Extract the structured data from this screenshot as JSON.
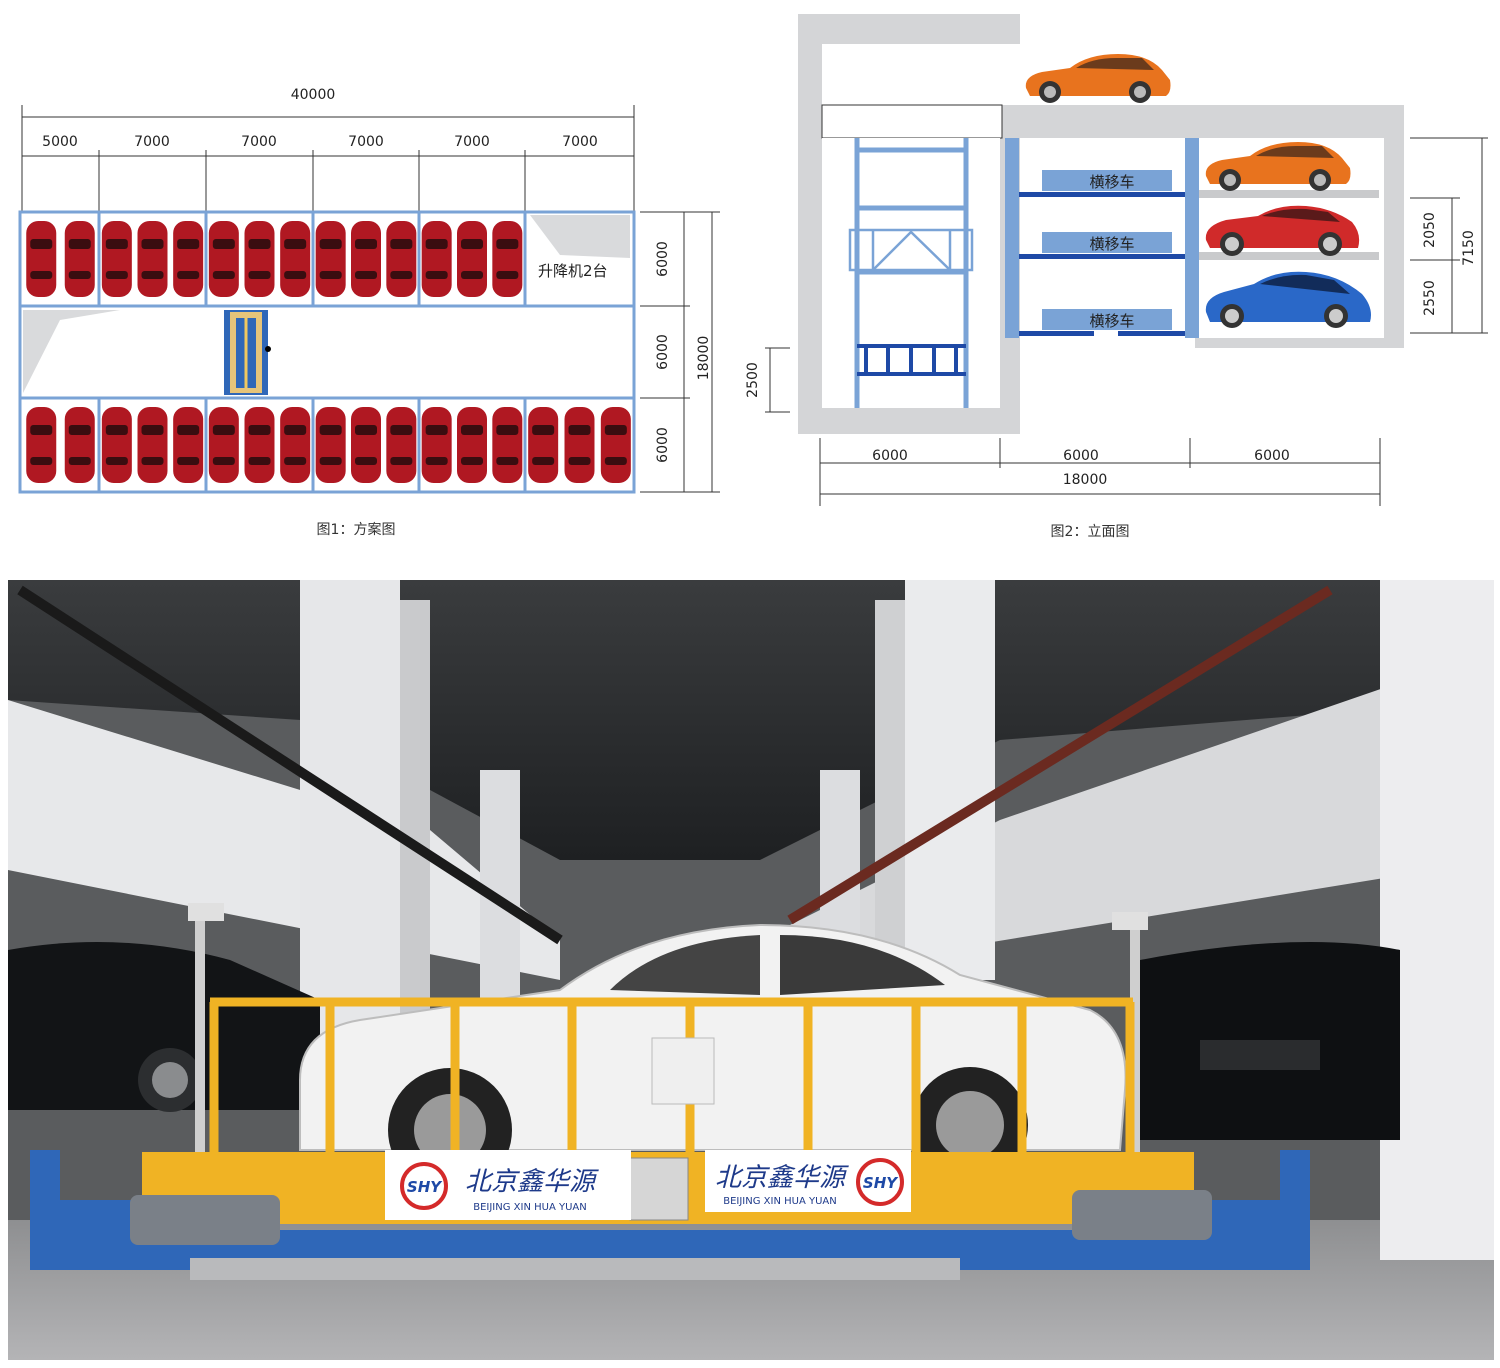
{
  "figure1": {
    "caption": "图1：方案图",
    "total_width": "40000",
    "bay_widths": [
      "5000",
      "7000",
      "7000",
      "7000",
      "7000",
      "7000"
    ],
    "lift_label": "升降机2台",
    "row_depths": [
      "6000",
      "6000",
      "6000"
    ],
    "total_depth": "18000"
  },
  "figure2": {
    "caption": "图2：立面图",
    "shuttle_label": "横移车",
    "pit_depth": "2500",
    "bottom_widths": [
      "6000",
      "6000",
      "6000"
    ],
    "total_width": "18000",
    "right_dims": [
      "2050",
      "2550",
      "7150"
    ]
  },
  "photo": {
    "brand_cn": "北京鑫华源",
    "brand_en": "BEIJING XIN HUA YUAN",
    "logo_text": "SHY"
  },
  "colors": {
    "frame_blue": "#7aa3d6",
    "shuttle_blue": "#1e49a6",
    "car_red": "#b01822",
    "car_orange": "#e8731e",
    "carriage_yellow": "#f0b324",
    "carriage_blue": "#2f67b8"
  }
}
